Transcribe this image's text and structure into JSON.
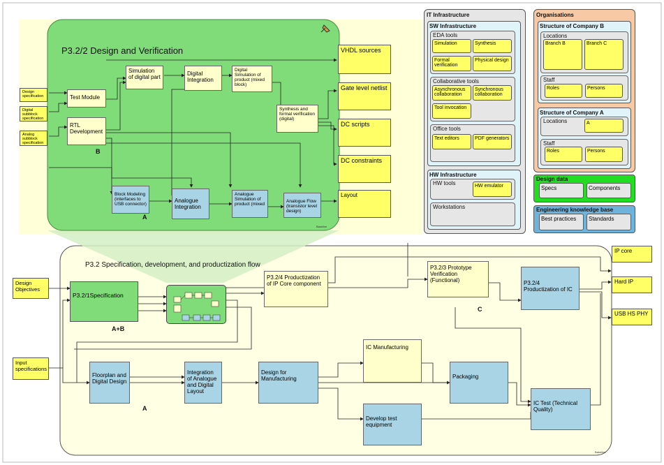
{
  "title_top": "P3.2/2 Design and Verification",
  "title_bottom": "P3.2 Specification, development, and productization flow",
  "top_inputs": [
    "Design specification",
    "Digital subblock specification",
    "Analog subblock specification"
  ],
  "top_boxes": {
    "test_module": "Test Module",
    "rtl": "RTL Development",
    "sim_digital": "Simulation of digital part",
    "digital_integration": "Digital Integration",
    "digital_sim_product": "Digital Simulation of product (mixed block)",
    "synthesis": "Synthesis and formal verification (digital)",
    "block_modeling": "Block Modeling (interfaces to USB connector)",
    "analogue_integration": "Analogue Integration",
    "analogue_sim": "Analogue Simulation of product (mixed",
    "analogue_flow": "Analogue Flow (transistor level design)"
  },
  "top_markers": {
    "b": "B",
    "a": "A"
  },
  "top_outputs": [
    "VHDL sources",
    "Gate level netlist",
    "DC scripts",
    "DC constraints",
    "Layout"
  ],
  "watermarks": [
    "Baseline",
    "Baseline"
  ],
  "bottom_inputs": [
    "Design Objectives",
    "Input specifications"
  ],
  "bottom_boxes": {
    "spec": "P3.2/1Specification",
    "ip_core": "P3.2/4 Productization of IP Core component",
    "proto": "P3.2/3 Prototype Verification (Functional)",
    "prod_ic": "P3.2/4 Productization of IC",
    "floorplan": "Floorplan and Digital Design",
    "integration": "Integration of Analogue and Digital Layout",
    "dfm": "Design for Manufacturing",
    "ic_manu": "IC Manufacturing",
    "packaging": "Packaging",
    "test_equip": "Develop test equipment",
    "ic_test": "IC Test (Technical Quality)"
  },
  "bottom_markers": {
    "ab": "A+B",
    "c": "C",
    "a": "A"
  },
  "bottom_outputs": [
    "IP core",
    "Hard IP",
    "USB HS PHY"
  ],
  "it": {
    "title": "IT Infrastructure",
    "sw": "SW Infrastructure",
    "eda": "EDA tools",
    "eda_items": [
      "Simulation",
      "Synthesis",
      "Formal verification",
      "Physical design"
    ],
    "collab": "Collaborative tools",
    "collab_items": [
      "Asynchronous collaboration",
      "Synchronous collaboration",
      "Tool invocation"
    ],
    "office": "Office tools",
    "office_items": [
      "Text editors",
      "PDF generators"
    ],
    "hw": "HW Infrastructure",
    "hw_tools": "HW tools",
    "hw_emulator": "HW emulator",
    "workstations": "Workstations"
  },
  "org": {
    "title": "Organisations",
    "b_title": "Structure of Company B",
    "b_locations": "Locations",
    "b_branch_b": "Branch B",
    "b_branch_c": "Branch C",
    "b_staff": "Staff",
    "b_roles": "Roles",
    "b_persons": "Persons",
    "a_title": "Structure of Company A",
    "a_locations": "Locations",
    "a_a": "A",
    "a_staff": "Staff",
    "a_roles": "Roles",
    "a_persons": "Persons"
  },
  "design_data": {
    "title": "Design data",
    "specs": "Specs",
    "components": "Components"
  },
  "ekb": {
    "title": "Engineering knowledge base",
    "best": "Best practices",
    "standards": "Standards"
  },
  "colors": {
    "green": "#7fdc78",
    "yellow": "#ffff66",
    "cream": "#ffffcc",
    "blue": "#a8d4e6",
    "it_bg": "#e6e6e6",
    "org_bg": "#f7c9a4"
  }
}
